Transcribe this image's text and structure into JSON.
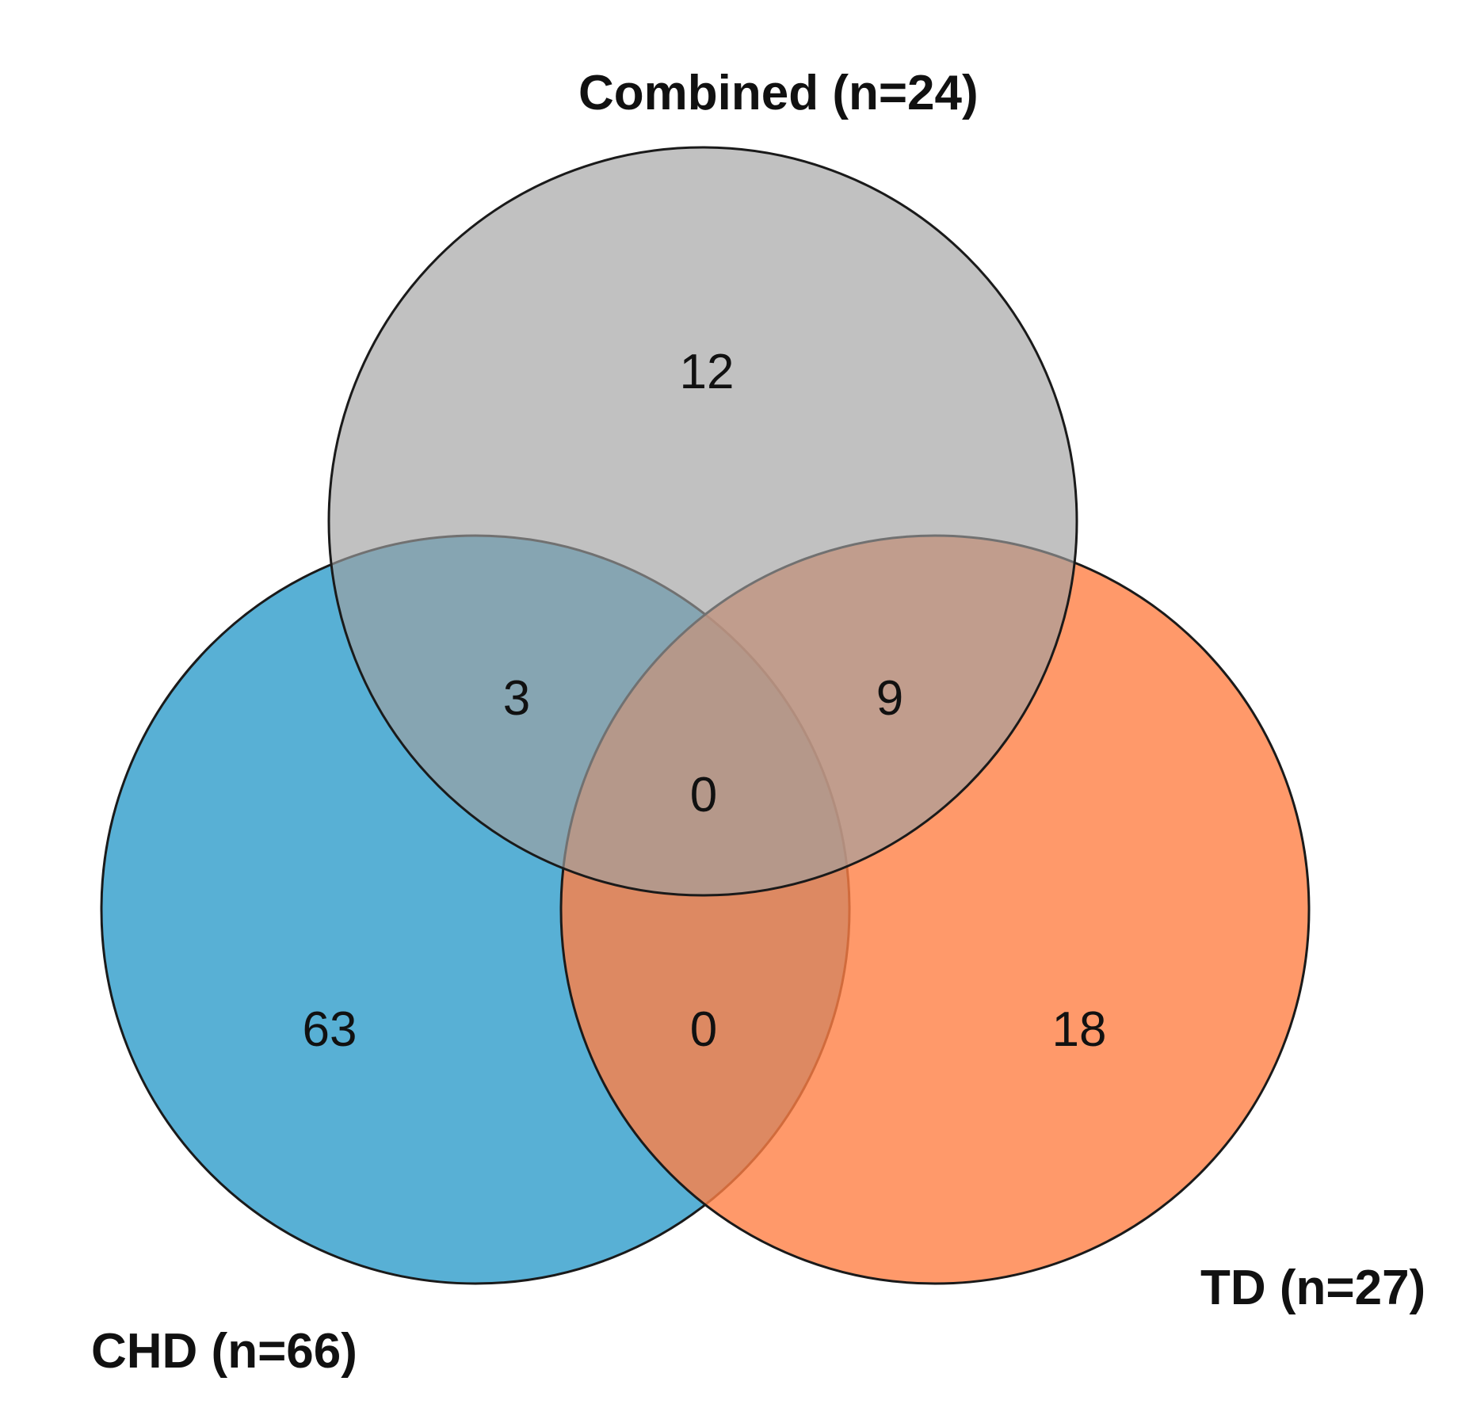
{
  "colors": {
    "chd": "#2E9CCB",
    "combined": "#A0A0A0",
    "td": "#FF7F45",
    "outline": "#1a1a1a",
    "text": "#111111"
  },
  "sets": {
    "combined": {
      "label": "Combined (n=24)"
    },
    "chd": {
      "label": "CHD (n=66)"
    },
    "td": {
      "label": "TD (n=27)"
    }
  },
  "regions": {
    "combined_only": "12",
    "chd_only": "63",
    "td_only": "18",
    "chd_combined": "3",
    "combined_td": "9",
    "chd_td": "0",
    "all_three": "0"
  }
}
